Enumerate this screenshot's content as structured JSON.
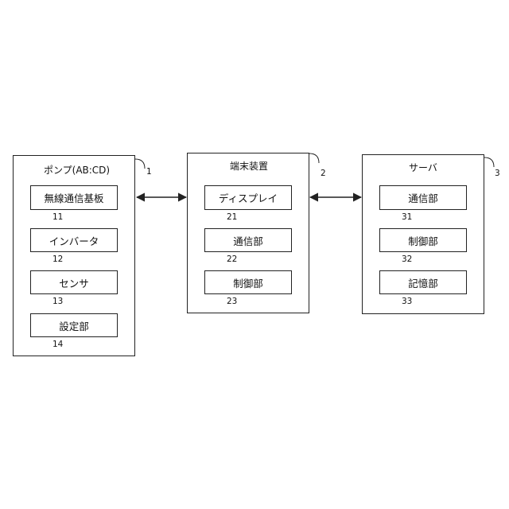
{
  "pump": {
    "title": "ポンプ(AB:CD)",
    "ref": "1",
    "items": [
      {
        "label": "無線通信基板",
        "ref": "11"
      },
      {
        "label": "インバータ",
        "ref": "12"
      },
      {
        "label": "センサ",
        "ref": "13"
      },
      {
        "label": "設定部",
        "ref": "14"
      }
    ]
  },
  "terminal": {
    "title": "端末装置",
    "ref": "2",
    "items": [
      {
        "label": "ディスプレイ",
        "ref": "21"
      },
      {
        "label": "通信部",
        "ref": "22"
      },
      {
        "label": "制御部",
        "ref": "23"
      }
    ]
  },
  "server": {
    "title": "サーバ",
    "ref": "3",
    "items": [
      {
        "label": "通信部",
        "ref": "31"
      },
      {
        "label": "制御部",
        "ref": "32"
      },
      {
        "label": "記憶部",
        "ref": "33"
      }
    ]
  }
}
